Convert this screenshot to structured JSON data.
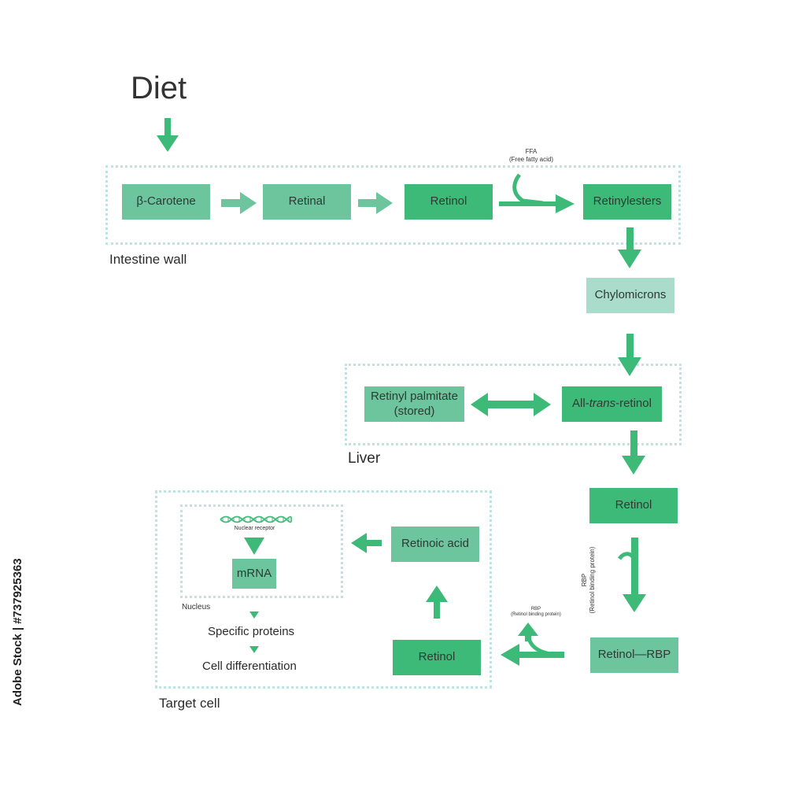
{
  "title": "Diet",
  "regions": {
    "intestine": "Intestine wall",
    "liver": "Liver",
    "target": "Target cell",
    "nucleus": "Nucleus"
  },
  "boxes": {
    "beta_carotene": "β-Carotene",
    "retinal": "Retinal",
    "retinol_intestine": "Retinol",
    "retinylesters": "Retinylesters",
    "chylomicrons": "Chylomicrons",
    "retinyl_palmitate_line1": "Retinyl palmitate",
    "retinyl_palmitate_line2": "(stored)",
    "all_trans_prefix": "All-",
    "all_trans_italic": "trans",
    "all_trans_suffix": "-retinol",
    "retinol_blood": "Retinol",
    "retinol_rbp": "Retinol—RBP",
    "retinol_target": "Retinol",
    "retinoic_acid": "Retinoic acid",
    "mrna": "mRNA"
  },
  "annotations": {
    "ffa": "FFA",
    "ffa_full": "(Free fatty acid)",
    "rbp": "RBP",
    "rbp_full": "(Retinol binding protein)",
    "rbp_small": "RBP",
    "rbp_small_full": "(Retinol binding protein)",
    "nuclear_receptor": "Nuclear receptor",
    "specific_proteins": "Specific proteins",
    "cell_differentiation": "Cell differentiation"
  },
  "watermark": {
    "side_text": "Adobe Stock | #737925363"
  },
  "colors": {
    "arrow": "#3dba78",
    "box_mid": "#6cc59c",
    "box_dark": "#3dba78",
    "box_light": "#a9dccb",
    "region_border": "#bfe3e3"
  }
}
